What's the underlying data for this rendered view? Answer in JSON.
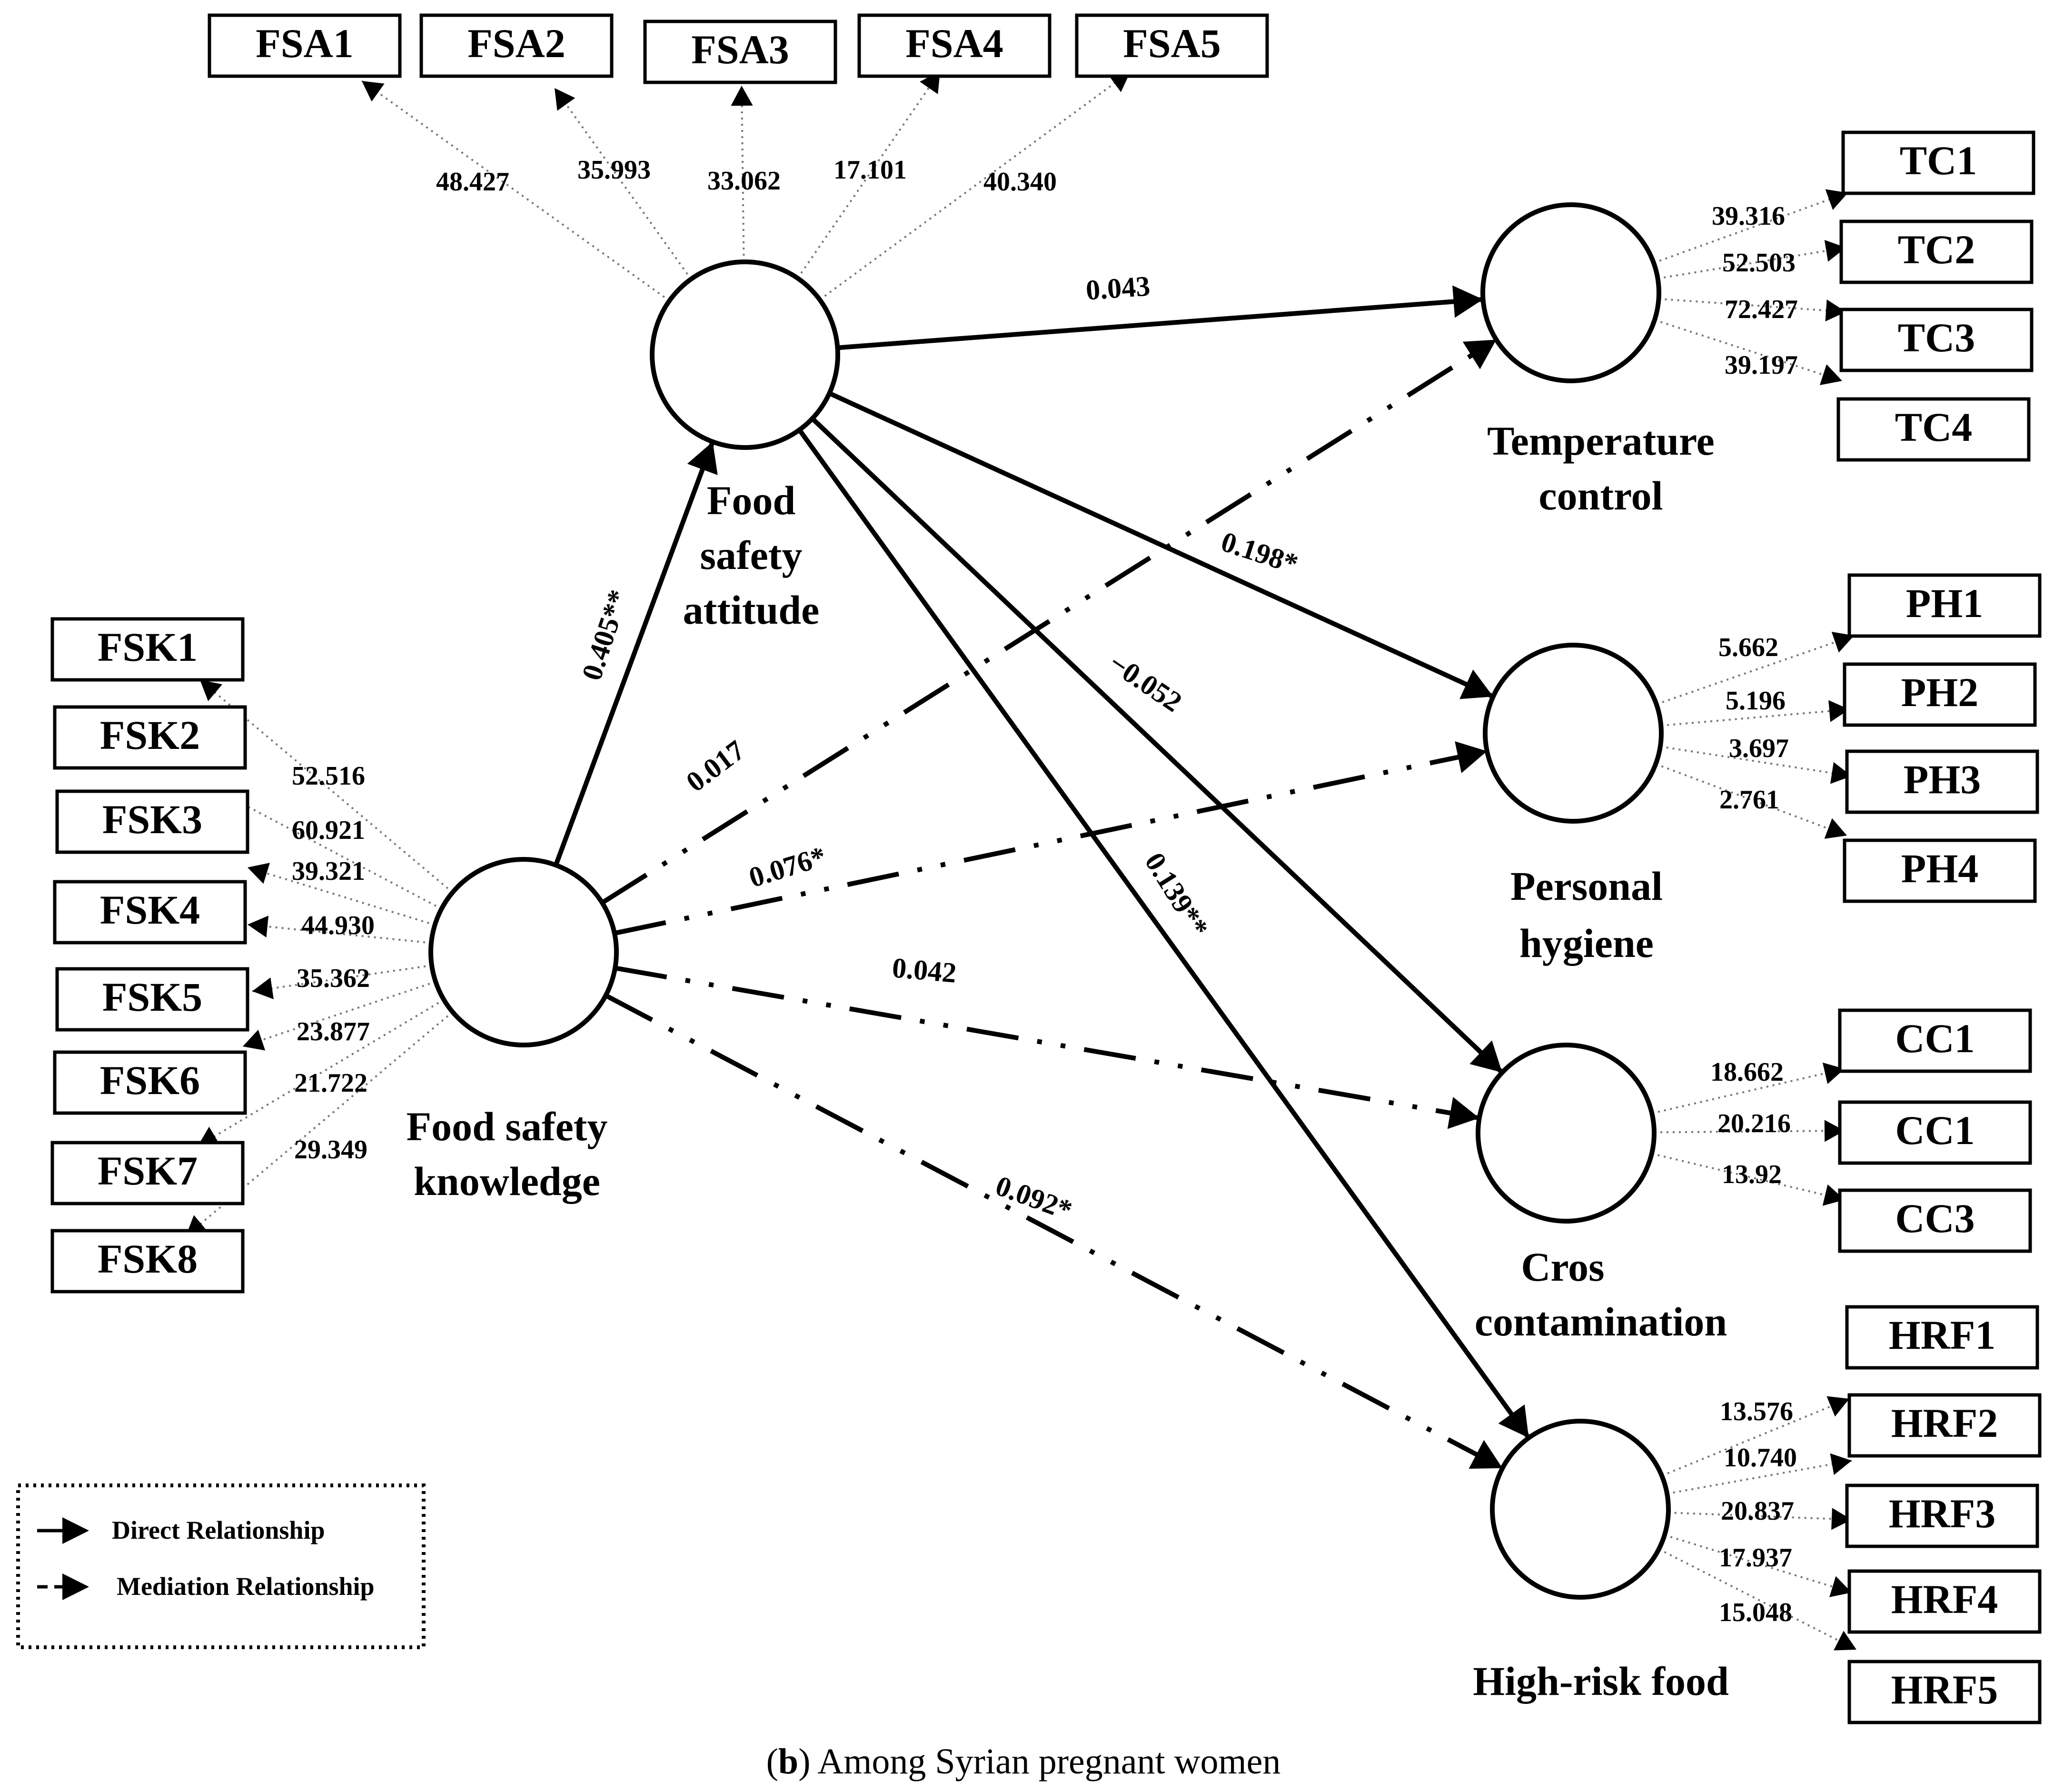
{
  "constructs": {
    "fsa": [
      "Food",
      "safety",
      "attitude"
    ],
    "fsk": [
      "Food safety",
      "knowledge"
    ],
    "tc": [
      "Temperature",
      "control"
    ],
    "ph": [
      "Personal",
      "hygiene"
    ],
    "cc": [
      "Cros",
      "contamination"
    ],
    "hrf": [
      "High-risk food"
    ]
  },
  "indicators": {
    "fsa": [
      {
        "label": "FSA1",
        "loading": "48.427"
      },
      {
        "label": "FSA2",
        "loading": "35.993"
      },
      {
        "label": "FSA3",
        "loading": "33.062"
      },
      {
        "label": "FSA4",
        "loading": "17.101"
      },
      {
        "label": "FSA5",
        "loading": "40.340"
      }
    ],
    "fsk": [
      {
        "label": "FSK1",
        "loading": "52.516"
      },
      {
        "label": "FSK2",
        "loading": "60.921"
      },
      {
        "label": "FSK3",
        "loading": "39.321"
      },
      {
        "label": "FSK4",
        "loading": "44.930"
      },
      {
        "label": "FSK5",
        "loading": "35.362"
      },
      {
        "label": "FSK6",
        "loading": "23.877"
      },
      {
        "label": "FSK7",
        "loading": "21.722"
      },
      {
        "label": "FSK8",
        "loading": "29.349"
      }
    ],
    "tc": [
      {
        "label": "TC1",
        "loading": "39.316"
      },
      {
        "label": "TC2",
        "loading": "52.503"
      },
      {
        "label": "TC3",
        "loading": "72.427"
      },
      {
        "label": "TC4",
        "loading": "39.197"
      }
    ],
    "ph": [
      {
        "label": "PH1",
        "loading": "5.662"
      },
      {
        "label": "PH2",
        "loading": "5.196"
      },
      {
        "label": "PH3",
        "loading": "3.697"
      },
      {
        "label": "PH4",
        "loading": "2.761"
      }
    ],
    "cc": [
      {
        "label": "CC1",
        "loading": "18.662"
      },
      {
        "label": "CC1",
        "loading": "20.216"
      },
      {
        "label": "CC3",
        "loading": "13.92"
      }
    ],
    "hrf": [
      {
        "label": "HRF1",
        "loading": "13.576"
      },
      {
        "label": "HRF2",
        "loading": "10.740"
      },
      {
        "label": "HRF3",
        "loading": "20.837"
      },
      {
        "label": "HRF4",
        "loading": "17.937"
      },
      {
        "label": "HRF5",
        "loading": "15.048"
      }
    ]
  },
  "paths": [
    {
      "from": "fsa",
      "to": "tc",
      "type": "direct",
      "coef": "0.043"
    },
    {
      "from": "fsa",
      "to": "ph",
      "type": "direct",
      "coef": "0.198*"
    },
    {
      "from": "fsa",
      "to": "cc",
      "type": "direct",
      "coef": "−0.052"
    },
    {
      "from": "fsa",
      "to": "hrf",
      "type": "direct",
      "coef": "0.139**"
    },
    {
      "from": "fsk",
      "to": "fsa",
      "type": "direct",
      "coef": "0.405**"
    },
    {
      "from": "fsk",
      "to": "tc",
      "type": "mediation",
      "coef": "0.017"
    },
    {
      "from": "fsk",
      "to": "ph",
      "type": "mediation",
      "coef": "0.076*"
    },
    {
      "from": "fsk",
      "to": "cc",
      "type": "mediation",
      "coef": "0.042"
    },
    {
      "from": "fsk",
      "to": "hrf",
      "type": "mediation",
      "coef": "0.092*"
    }
  ],
  "legend": {
    "direct": "Direct Relationship",
    "mediation": "Mediation Relationship"
  },
  "caption": {
    "open": "(",
    "letter": "b",
    "close": ")",
    "text": " Among Syrian pregnant women"
  }
}
